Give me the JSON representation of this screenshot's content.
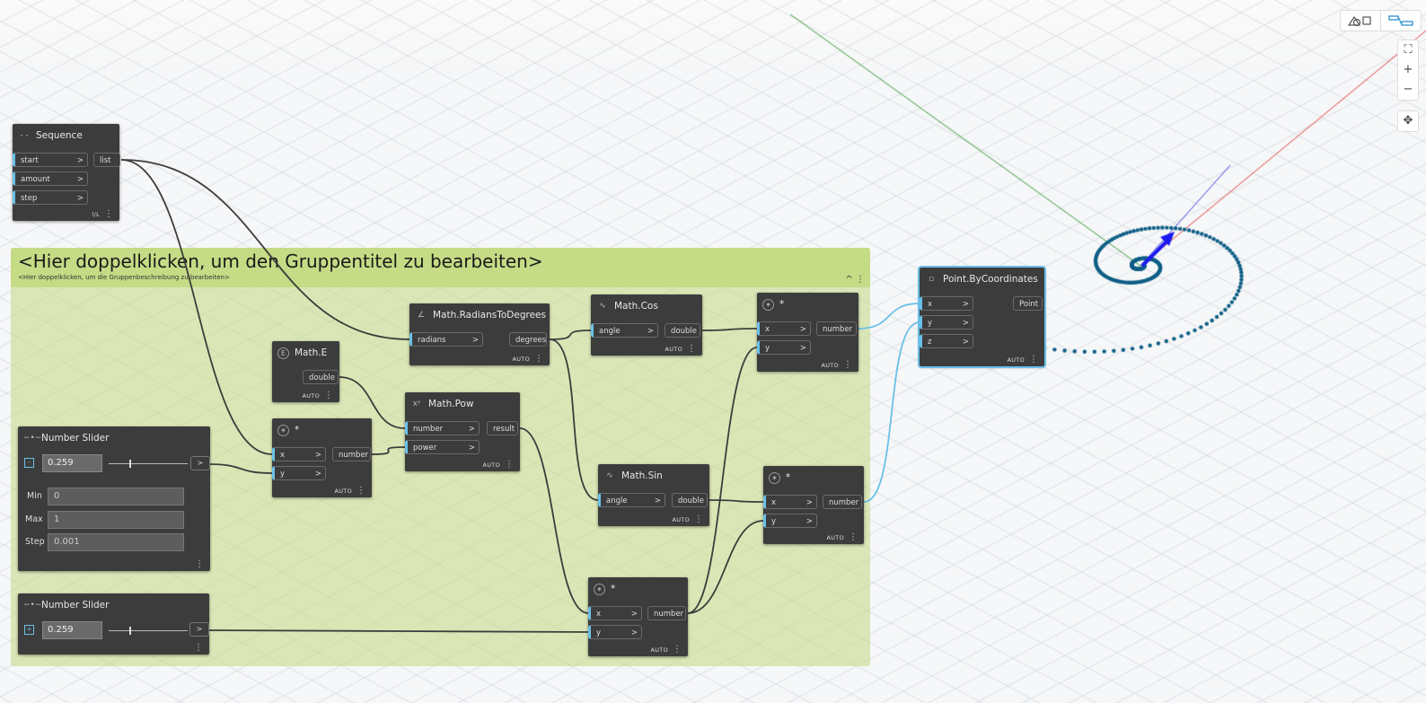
{
  "toolbar": {
    "background_preview_icon": "3d-preview-icon",
    "graph_view_icon": "graph-view-icon",
    "zoom_fit": "⛶",
    "zoom_in": "+",
    "zoom_out": "−",
    "pan": "✥"
  },
  "group": {
    "title": "<Hier doppelklicken, um den Gruppentitel zu bearbeiten>",
    "description": "<Hier doppelklicken, um die Gruppenbeschreibung zu bearbeiten>",
    "collapse_icon": "^",
    "menu_icon": "⋮"
  },
  "nodes": {
    "sequence": {
      "title": "Sequence",
      "inputs": [
        "start",
        "amount",
        "step"
      ],
      "output": "list",
      "lacing": "l/L"
    },
    "radtodeg": {
      "title": "Math.RadiansToDegrees",
      "input": "radians",
      "output": "degrees",
      "lacing": "AUTO"
    },
    "cos": {
      "title": "Math.Cos",
      "input": "angle",
      "output": "double",
      "lacing": "AUTO"
    },
    "mult1": {
      "title": "*",
      "inputs": [
        "x",
        "y"
      ],
      "output": "number",
      "lacing": "AUTO"
    },
    "point": {
      "title": "Point.ByCoordinates",
      "inputs": [
        "x",
        "y",
        "z"
      ],
      "output": "Point",
      "lacing": "AUTO"
    },
    "mathe": {
      "title": "Math.E",
      "output": "double",
      "lacing": "AUTO"
    },
    "mult2": {
      "title": "*",
      "inputs": [
        "x",
        "y"
      ],
      "output": "number",
      "lacing": "AUTO"
    },
    "pow": {
      "title": "Math.Pow",
      "inputs": [
        "number",
        "power"
      ],
      "output": "result",
      "lacing": "AUTO"
    },
    "sin": {
      "title": "Math.Sin",
      "input": "angle",
      "output": "double",
      "lacing": "AUTO"
    },
    "mult3": {
      "title": "*",
      "inputs": [
        "x",
        "y"
      ],
      "output": "number",
      "lacing": "AUTO"
    },
    "mult4": {
      "title": "*",
      "inputs": [
        "x",
        "y"
      ],
      "output": "number",
      "lacing": "AUTO"
    },
    "slider1": {
      "title": "Number Slider",
      "value": "0.259",
      "level": 0.259,
      "min_label": "Min",
      "min": "0",
      "max_label": "Max",
      "max": "1",
      "step_label": "Step",
      "step": "0.001",
      "expand": "-",
      "out": ">"
    },
    "slider2": {
      "title": "Number Slider",
      "value": "0.259",
      "level": 0.259,
      "expand": "+",
      "out": ">"
    }
  },
  "colors": {
    "wire": "#3d3d3d",
    "wire_selected": "#6ac0e8",
    "spiral": "#0e5f86",
    "group": "#c5db85"
  }
}
